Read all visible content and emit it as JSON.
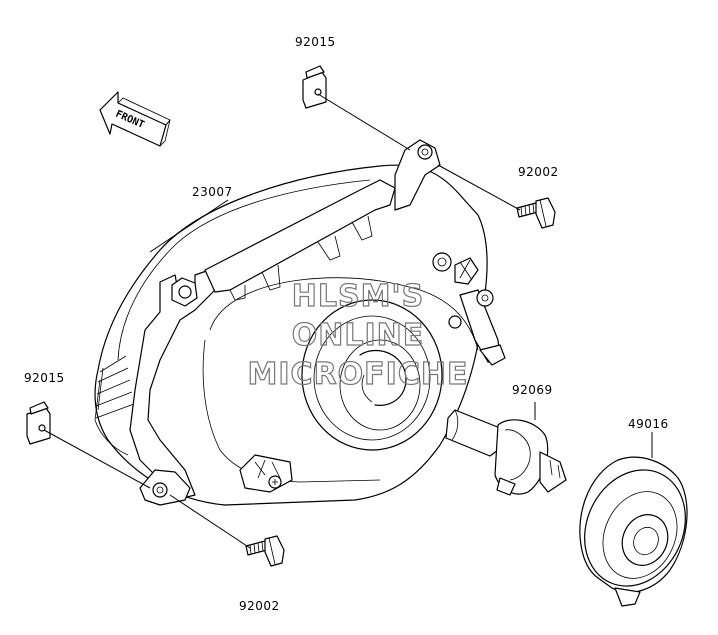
{
  "parts": {
    "clip_top": "92015",
    "bolt_top": "92002",
    "headlight": "23007",
    "clip_left": "92015",
    "bulb": "92069",
    "cap": "49016",
    "bolt_bottom": "92002"
  },
  "front_arrow": "FRONT",
  "watermark": {
    "line1": "HLSM'S",
    "line2": "ONLINE",
    "line3": "MICROFICHE"
  }
}
